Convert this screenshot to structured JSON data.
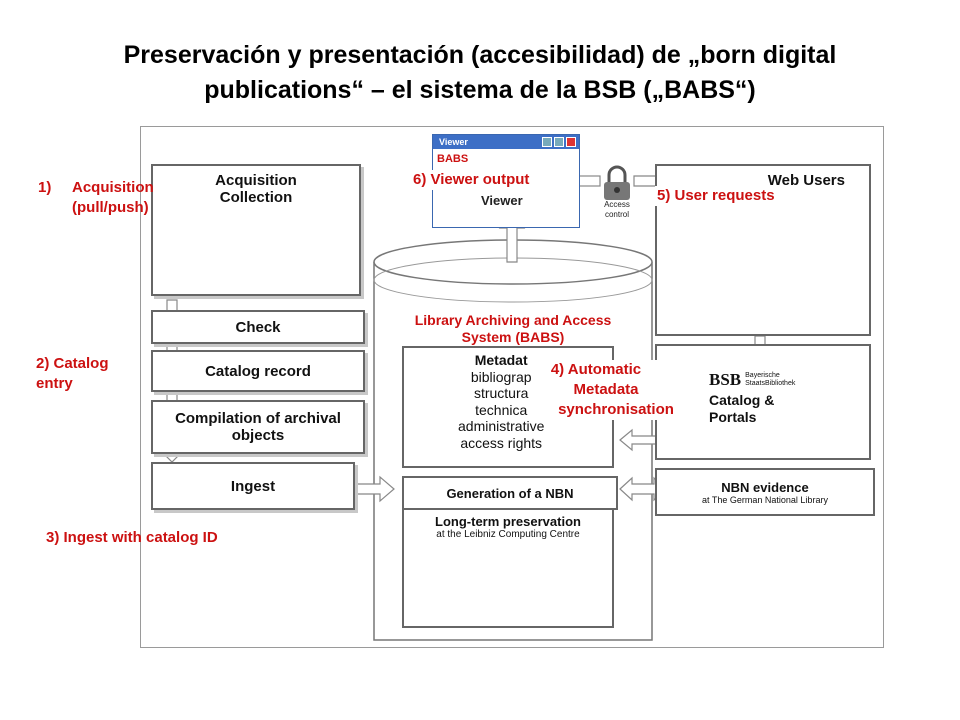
{
  "title": {
    "line1": "Preservación y presentación (accesibilidad) de „born digital",
    "line2": "publications“ – el sistema de la BSB („BABS“)"
  },
  "left_steps": {
    "acquisition_line1": "Acquisition",
    "acquisition_line2": "Collection",
    "check": "Check",
    "catalog_record": "Catalog record",
    "compilation_line1": "Compilation of archival",
    "compilation_line2": "objects",
    "ingest": "Ingest"
  },
  "cylinder": {
    "title_line1": "Library Archiving and Access",
    "title_line2": "System (BABS)",
    "metadata_items": [
      "Metadat",
      "bibliograp",
      "structura",
      "technica",
      "administrative",
      "access rights"
    ],
    "nbn_generation": "Generation of a NBN",
    "ltp_title": "Long-term preservation",
    "ltp_sub": "at the Leibniz Computing Centre"
  },
  "viewer": {
    "window_title": "Viewer",
    "brand": "BABS",
    "label": "Viewer"
  },
  "access_control": {
    "line1": "Access",
    "line2": "control"
  },
  "right_panels": {
    "users_title": "Web Users",
    "bsb_logo": "BSB",
    "bsb_name_line1": "Bayerische",
    "bsb_name_line2": "StaatsBibliothek",
    "catalog_line1": "Catalog &",
    "catalog_line2": "Portals",
    "nbn_title": "NBN evidence",
    "nbn_sub": "at The German National Library"
  },
  "annotations": {
    "a1_num": "1)",
    "a1_line1": "Acquisition",
    "a1_line2": "(pull/push)",
    "a2_line1": "2) Catalog",
    "a2_line2": "entry",
    "a3": "3) Ingest with catalog ID",
    "a4_line1": "4) Automatic",
    "a4_line2": "Metadata",
    "a4_line3": "synchronisation",
    "a5": "5) User requests",
    "a6": "6) Viewer output"
  },
  "colors": {
    "annotation": "#cc1111",
    "box_border": "#666666",
    "book_red": "#dd1111",
    "lrz_yellow": "#f2c21a"
  }
}
